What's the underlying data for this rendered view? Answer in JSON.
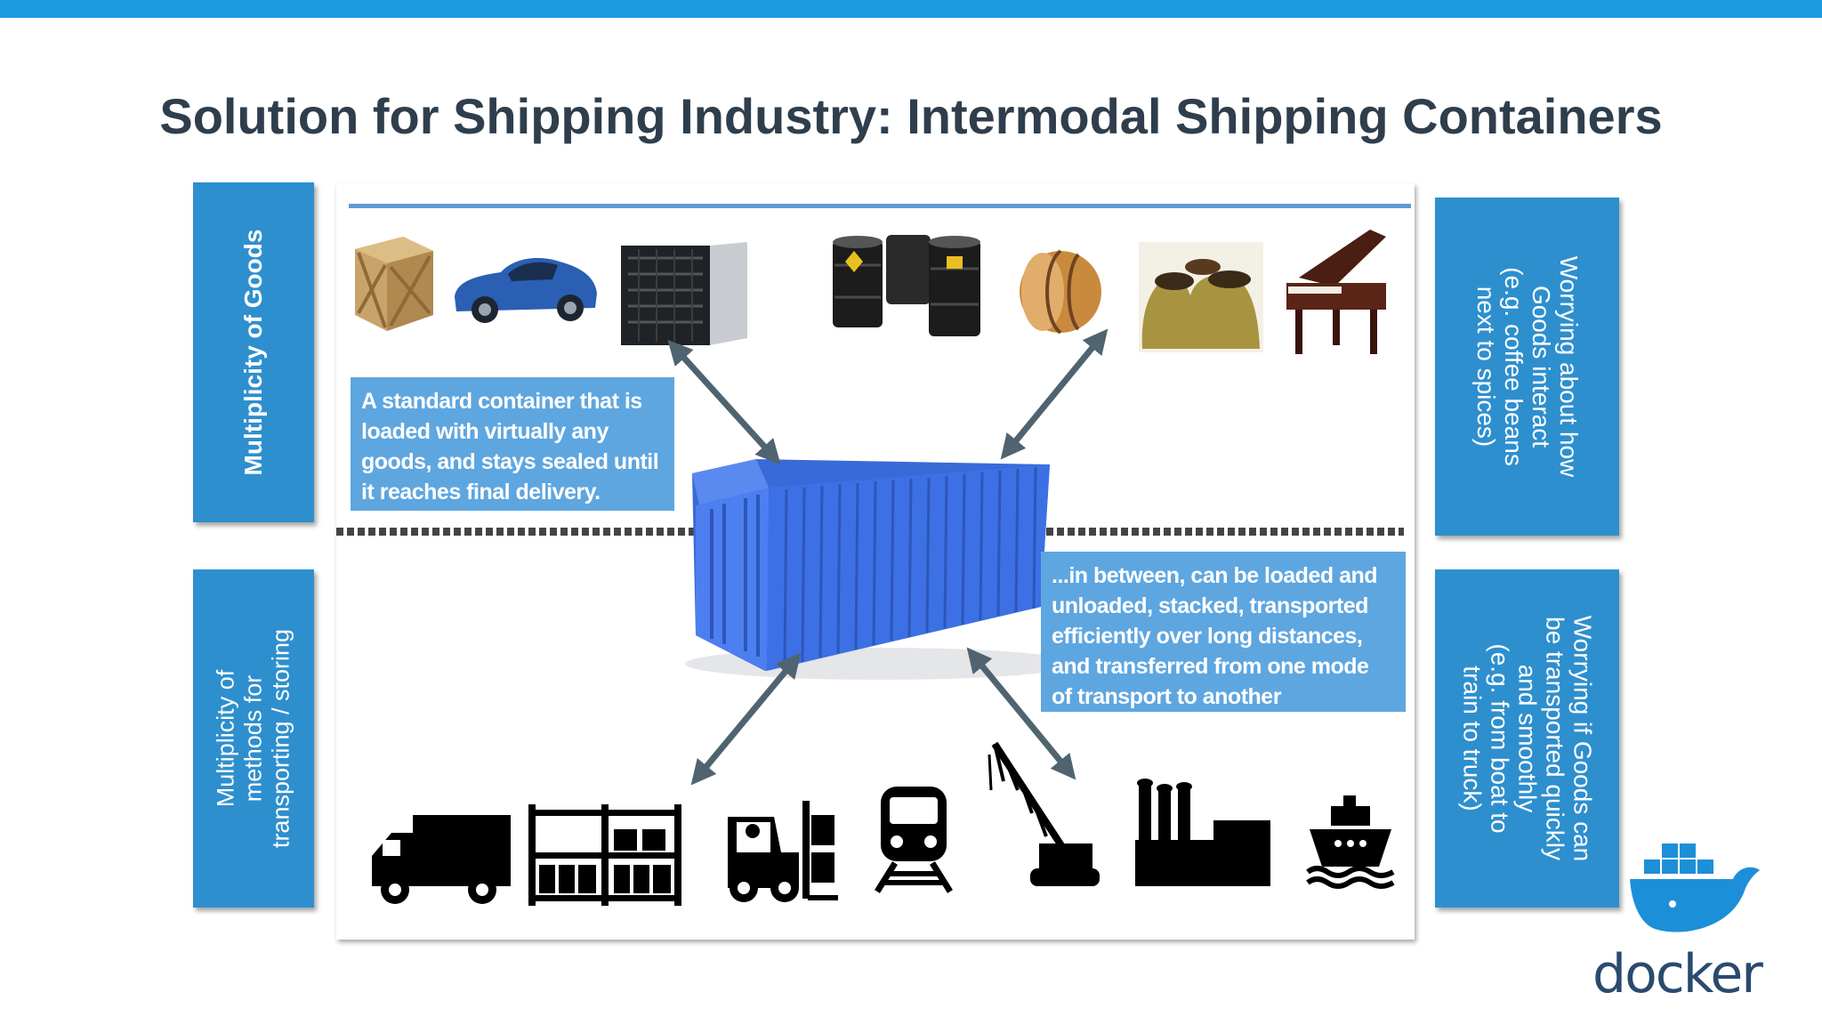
{
  "slide": {
    "title": "Solution for Shipping Industry: Intermodal Shipping Containers"
  },
  "left_labels": {
    "top": "Multiplicity of Goods",
    "bottom": "Multiplicity of\nmethods for\ntransporting / storing"
  },
  "right_labels": {
    "top": "Worrying about how\nGoods interact\n(e.g. coffee beans\nnext to spices)",
    "bottom": "Worrying if Goods can\nbe transported quickly\nand smoothly\n(e.g. from boat to\ntrain to truck)"
  },
  "callouts": {
    "top": "A standard container that is\nloaded with virtually any\ngoods, and stays sealed until\nit reaches final delivery.",
    "bottom": "...in between, can be loaded and\nunloaded, stacked, transported\nefficiently over long distances,\nand transferred from one mode\nof transport to another"
  },
  "goods_icons": [
    "crate-icon",
    "car-icon",
    "server-rack-icon",
    "oil-barrels-icon",
    "wooden-barrel-icon",
    "sacks-icon",
    "grand-piano-icon"
  ],
  "transport_icons": [
    "truck-icon",
    "warehouse-rack-icon",
    "forklift-icon",
    "train-icon",
    "crane-icon",
    "factory-icon",
    "ship-icon"
  ],
  "logo": {
    "text": "docker"
  },
  "colors": {
    "top_bar": "#1a9be0",
    "label_box": "#2e8fce",
    "callout_box": "#5ea6e0",
    "container": "#3c6fe0",
    "arrow": "#4f6470",
    "title": "#2f3e4c"
  }
}
